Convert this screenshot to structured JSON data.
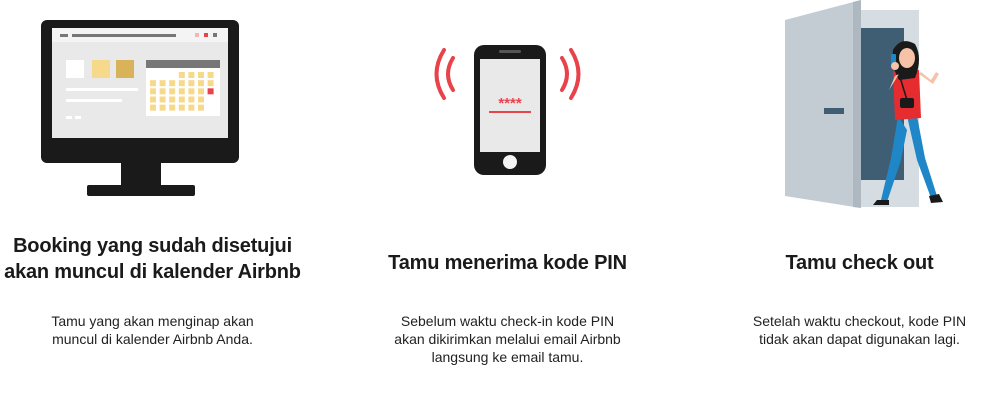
{
  "steps": [
    {
      "title_lines": [
        "Booking yang sudah disetujui",
        "akan muncul di kalender Airbnb"
      ],
      "desc_lines": [
        "Tamu yang akan menginap akan",
        "muncul di kalender Airbnb Anda."
      ],
      "icon": "monitor-calendar-icon"
    },
    {
      "title_lines": [
        "Tamu menerima kode PIN"
      ],
      "desc_lines": [
        "Sebelum waktu check-in kode PIN",
        "akan dikirimkan melalui email Airbnb",
        "langsung ke email tamu."
      ],
      "icon": "phone-pin-icon",
      "pin_text": "****"
    },
    {
      "title_lines": [
        "Tamu check out"
      ],
      "desc_lines": [
        "Setelah waktu checkout, kode PIN",
        "tidak akan dapat digunakan lagi."
      ],
      "icon": "door-guest-icon"
    }
  ],
  "colors": {
    "accent": "#e8434b",
    "dark": "#1a1a1a",
    "yellow": "#f7d98b",
    "gold": "#d9b35a",
    "door": "#c3ccd3",
    "doorway": "#3f5d73",
    "shirt": "#e62c2f",
    "pants": "#1f86c7"
  }
}
